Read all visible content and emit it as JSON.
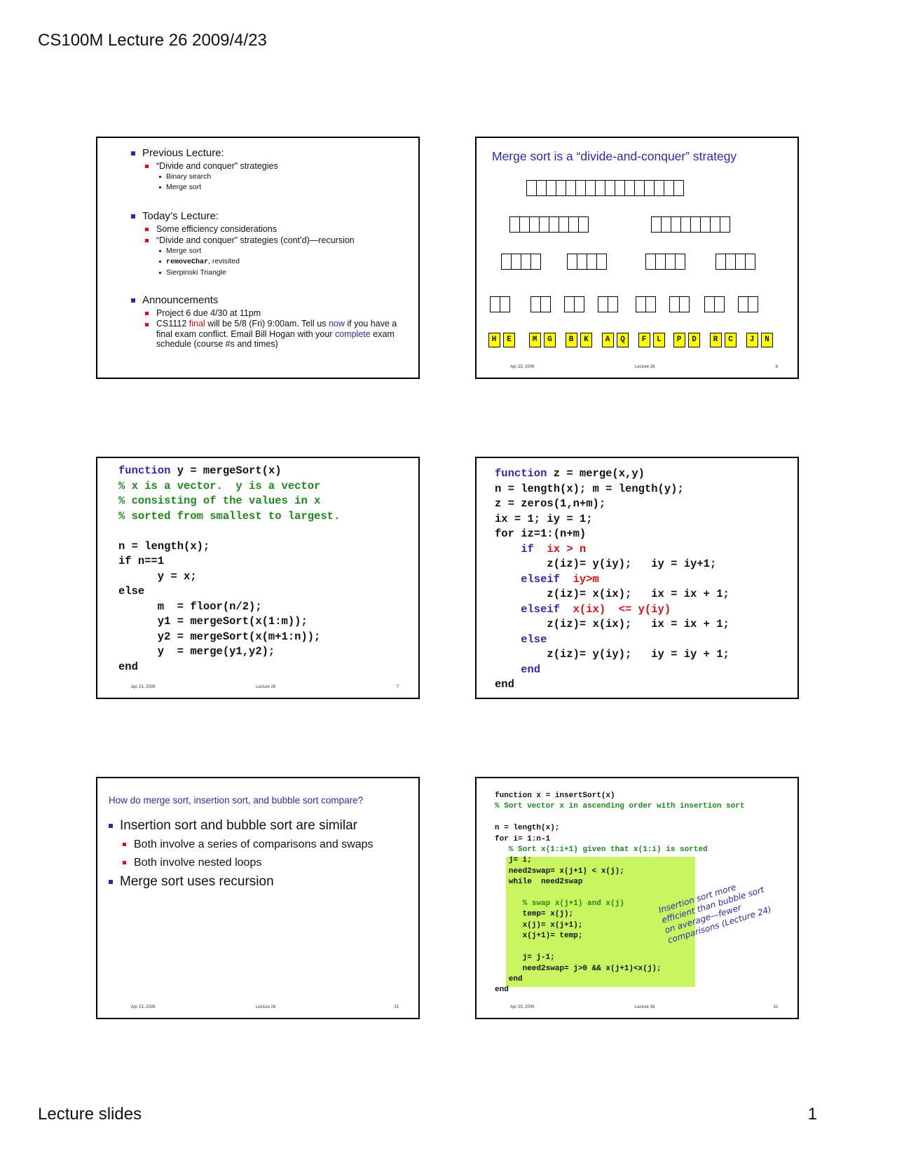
{
  "header": {
    "title": "CS100M Lecture 26  2009/4/23"
  },
  "footer": {
    "left": "Lecture slides",
    "page": "1"
  },
  "slide_footer": {
    "date": "Apr 23, 2009",
    "title": "Lecture 26"
  },
  "slide1": {
    "prev": "Previous Lecture:",
    "prev_1": "“Divide and conquer” strategies",
    "prev_1a": "Binary search",
    "prev_1b": "Merge sort",
    "today": "Today’s Lecture:",
    "today_1": "Some efficiency considerations",
    "today_2": "“Divide and conquer” strategies (cont’d)—recursion",
    "today_2a": "Merge sort",
    "today_2b_code": "removeChar",
    "today_2b_text": ", revisited",
    "today_2c": "Sierpinski Triangle",
    "ann": "Announcements",
    "ann_1": "Project 6 due 4/30 at 11pm",
    "ann_2_a": "CS1112 ",
    "ann_2_final": "final",
    "ann_2_b": " will be 5/8 (Fri) 9:00am.  Tell us ",
    "ann_2_now": "now",
    "ann_2_c": " if you have a final exam conflict.  Email Bill Hogan with your ",
    "ann_2_complete": "complete",
    "ann_2_d": " exam schedule (course #s and times)"
  },
  "slide2": {
    "title": "Merge sort is a “divide-and-conquer” strategy",
    "letters": [
      "H",
      "E",
      "M",
      "G",
      "B",
      "K",
      "A",
      "Q",
      "F",
      "L",
      "P",
      "D",
      "R",
      "C",
      "J",
      "N"
    ],
    "num": "6"
  },
  "slide3": {
    "l1_kw": "function",
    "l1": " y = mergeSort(x)",
    "l2": "% x is a vector.  y is a vector",
    "l3": "% consisting of the values in x",
    "l4": "% sorted from smallest to largest.",
    "l5": "",
    "l6": "n = length(x);",
    "l7": "if n==1",
    "l8": "      y = x;",
    "l9": "else",
    "l10": "      m  = floor(n/2);",
    "l11": "      y1 = mergeSort(x(1:m));",
    "l12": "      y2 = mergeSort(x(m+1:n));",
    "l13": "      y  = merge(y1,y2);",
    "l14": "end",
    "num": "7"
  },
  "slide4": {
    "l1_kw": "function",
    "l1": " z = merge(x,y)",
    "l2": "n = length(x); m = length(y);",
    "l3": "z = zeros(1,n+m);",
    "l4": "ix = 1; iy = 1;",
    "l5": "for iz=1:(n+m)",
    "l6_kw": "    if",
    "l6_c": "  ix > n",
    "l7": "        z(iz)= y(iy);   iy = iy+1;",
    "l8_kw": "    elseif",
    "l8_c": "  iy>m",
    "l9": "        z(iz)= x(ix);   ix = ix + 1;",
    "l10_kw": "    elseif",
    "l10_c": "  x(ix)  <= y(iy)",
    "l11": "        z(iz)= x(ix);   ix = ix + 1;",
    "l12_kw": "    else",
    "l13": "        z(iz)= y(iy);   iy = iy + 1;",
    "l14_kw": "    end",
    "l15": "end"
  },
  "slide5": {
    "title": "How do merge sort, insertion sort, and bubble sort compare?",
    "b1": "Insertion sort and bubble sort are similar",
    "b1a": "Both involve a series of comparisons and swaps",
    "b1b": "Both involve nested loops",
    "b2": "Merge sort uses recursion",
    "num": "31"
  },
  "slide6": {
    "l1": "function x = insertSort(x)",
    "l2": "% Sort vector x in ascending order with insertion sort",
    "l3": "",
    "l4": "n = length(x);",
    "l5": "for i= 1:n-1",
    "l6": "   % Sort x(1:i+1) given that x(1:i) is sorted",
    "l7": "   j= i;",
    "l8": "   need2swap= x(j+1) < x(j);",
    "l9": "   while  need2swap",
    "l10": "",
    "l11": "      % swap x(j+1) and x(j)",
    "l12": "      temp= x(j);",
    "l13": "      x(j)= x(j+1);",
    "l14": "      x(j+1)= temp;",
    "l15": "",
    "l16": "      j= j-1;",
    "l17": "      need2swap= j>0 && x(j+1)<x(j);",
    "l18": "   end",
    "l19": "end",
    "annotation": "Insertion sort more\nefficient than bubble sort\non average—fewer\ncomparisons (Lecture 24)",
    "num": "32"
  }
}
